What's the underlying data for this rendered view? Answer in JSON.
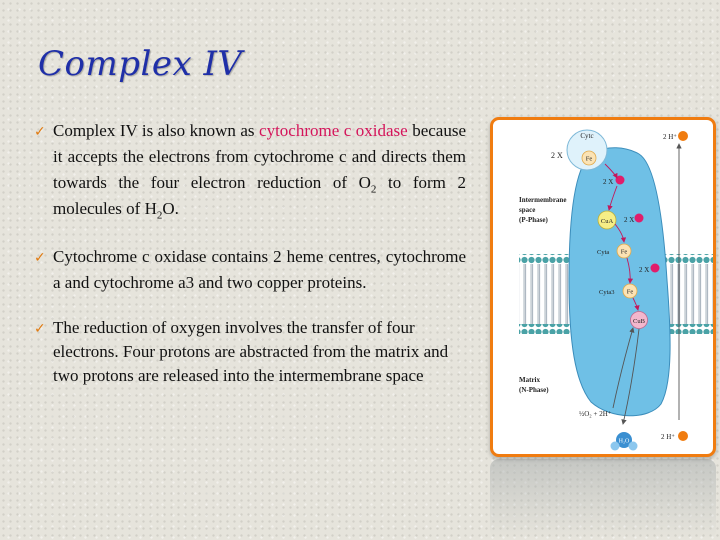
{
  "slide": {
    "title": "Complex IV"
  },
  "bullets": {
    "b1": {
      "pre": "Complex IV is also known as ",
      "highlight": "cytochrome c oxidase",
      "mid": " because it accepts the electrons from cytochrome c and directs them towards the four electron reduction of O",
      "sub1": "2",
      "mid2": " to form 2 molecules of H",
      "sub2": "2",
      "end": "O."
    },
    "b2": "Cytochrome c oxidase contains 2 heme centres, cytochrome a and cytochrome a3 and two copper proteins.",
    "b3": "The reduction of oxygen involves the transfer of four electrons. Four protons are abstracted from the matrix and two protons are released into the intermembrane space"
  },
  "figure": {
    "cytc_label": "Cytc",
    "fe": "Fe",
    "x2_top": "2 X",
    "x2_a": "2 X",
    "x2_b": "2 X",
    "x2_c": "2 X",
    "e_symbol": "e⁻",
    "h_top": "2 H⁺",
    "h_bottom": "2 H⁺",
    "intermembrane_1": "Intermembrane",
    "intermembrane_2": "space",
    "intermembrane_3": "(P-Phase)",
    "cua": "CuA",
    "cyta": "Cyta",
    "cyta3": "Cyta3",
    "cub": "CuB",
    "matrix_1": "Matrix",
    "matrix_2": "(N-Phase)",
    "o2_eq": "½O₂ + 2H⁺",
    "h2o": "H₂O",
    "colors": {
      "accent_orange": "#f07c10",
      "title_blue": "#1f2fa8",
      "highlight_pink": "#d4145a",
      "protein_blue": "#6fc0e6",
      "membrane_teal": "#4aa2a6"
    }
  }
}
